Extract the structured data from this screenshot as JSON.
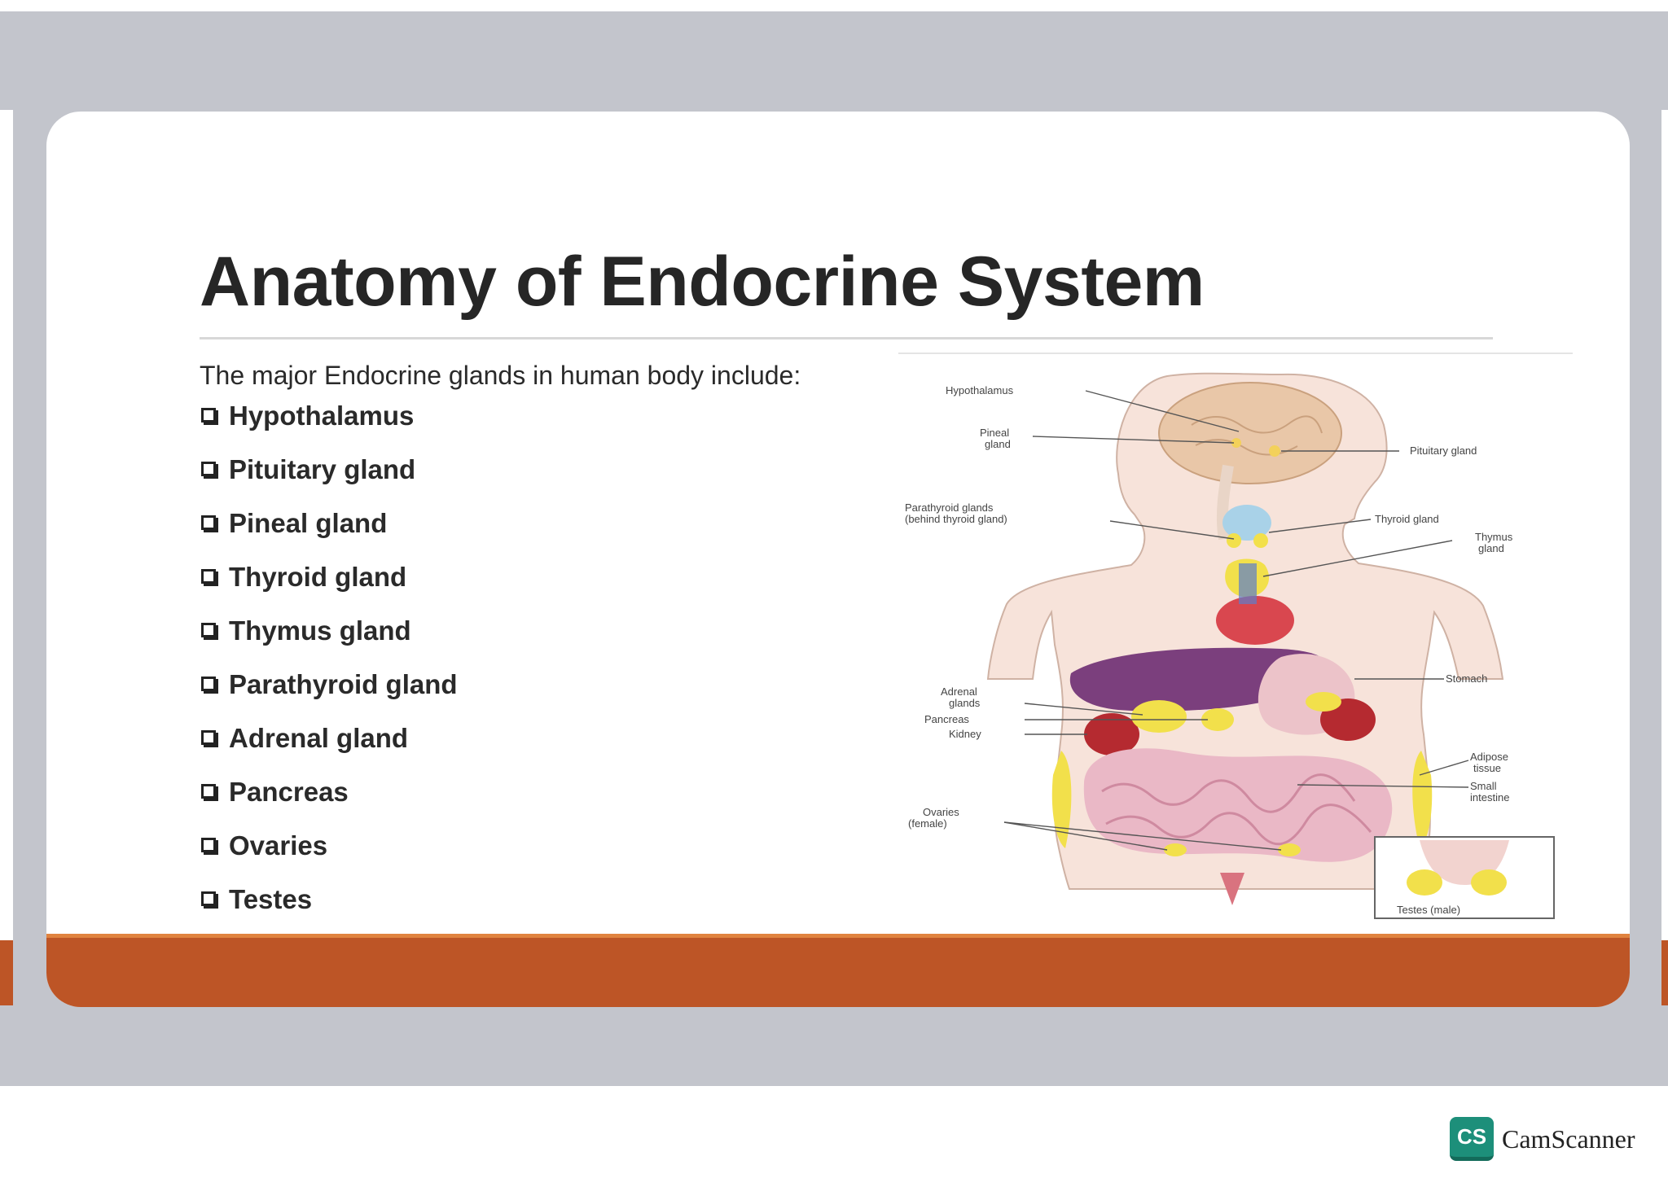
{
  "slide": {
    "title": "Anatomy of Endocrine System",
    "intro": "The major Endocrine glands in human body include:",
    "glands": [
      "Hypothalamus",
      "Pituitary gland",
      "Pineal gland",
      "Thyroid gland",
      "Thymus gland",
      "Parathyroid gland",
      "Adrenal gland",
      "Pancreas",
      "Ovaries",
      "Testes"
    ]
  },
  "diagram": {
    "labels": {
      "hypothalamus": "Hypothalamus",
      "pineal": [
        "Pineal",
        "gland"
      ],
      "pituitary": "Pituitary gland",
      "parathyroid": [
        "Parathyroid glands",
        "(behind thyroid gland)"
      ],
      "thyroid": "Thyroid gland",
      "thymus": [
        "Thymus",
        "gland"
      ],
      "stomach": "Stomach",
      "adrenal": [
        "Adrenal",
        "glands"
      ],
      "pancreas": "Pancreas",
      "kidney": "Kidney",
      "adipose": [
        "Adipose",
        "tissue"
      ],
      "small_intestine": [
        "Small",
        "intestine"
      ],
      "ovaries": [
        "Ovaries",
        "(female)"
      ],
      "testes": "Testes (male)"
    }
  },
  "watermark": {
    "logo": "CS",
    "name": "CamScanner"
  },
  "colors": {
    "backdrop": "#c3c5cc",
    "footer": "#bd5526",
    "title": "#262626"
  }
}
